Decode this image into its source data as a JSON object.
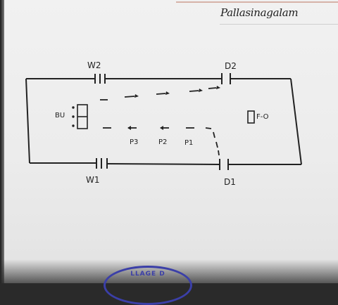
{
  "header": {
    "name_text": "Pallasinagalam"
  },
  "labels": {
    "w2": "W2",
    "d2": "D2",
    "w1": "W1",
    "d1": "D1",
    "bu": "BU",
    "fo": "F-O",
    "p3": "P3",
    "p2": "P2",
    "p1": "P1"
  },
  "stamp": {
    "text": "LLAGE D"
  },
  "colors": {
    "ink": "#222222",
    "stamp": "#3b3fa8"
  }
}
